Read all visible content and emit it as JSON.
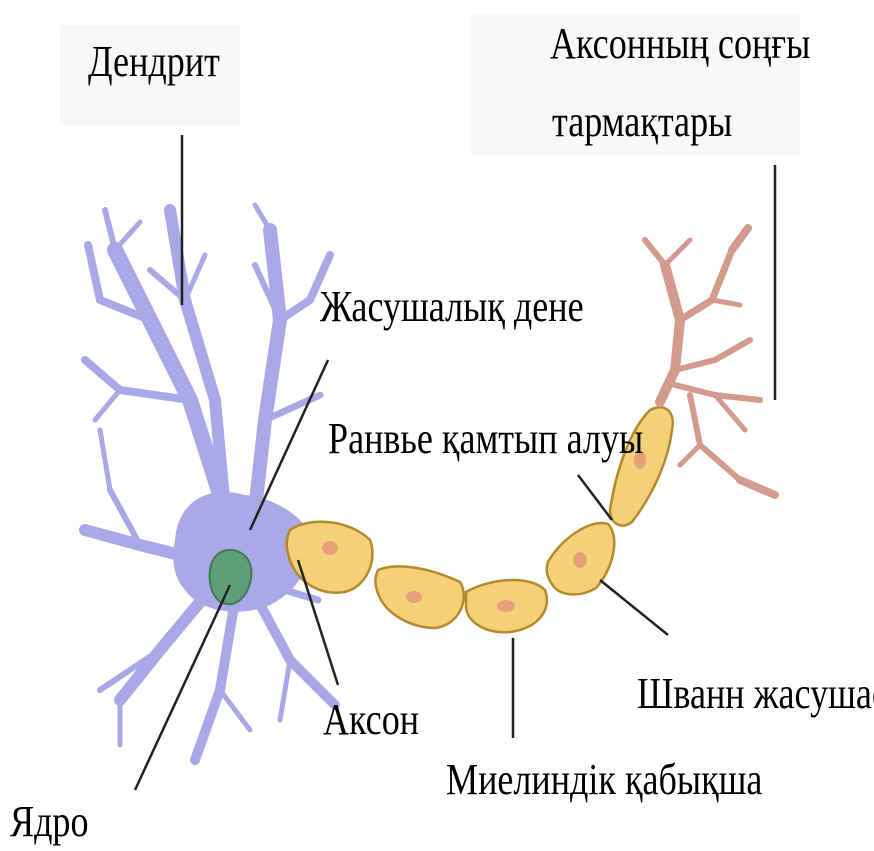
{
  "labels": {
    "dendrite": "Дендрит",
    "axon_terminals_line1": "Аксонның соңғы",
    "axon_terminals_line2": "тармақтары",
    "cell_body": "Жасушалық дене",
    "ranvier": "Ранвье қамтып алуы",
    "axon": "Аксон",
    "schwann": "Шванн жасушасы",
    "myelin": "Миелиндік қабықша",
    "nucleus": "Ядро"
  },
  "colors": {
    "neuron_body": "#aaa8e6",
    "neuron_outline": "#6d6aa8",
    "nucleus": "#5f9e78",
    "myelin_fill": "#f4d078",
    "myelin_outline": "#b48a2e",
    "schwann_nucleus": "#e8a07a",
    "terminal_fill": "#d39a8e",
    "terminal_outline": "#9a6258"
  }
}
